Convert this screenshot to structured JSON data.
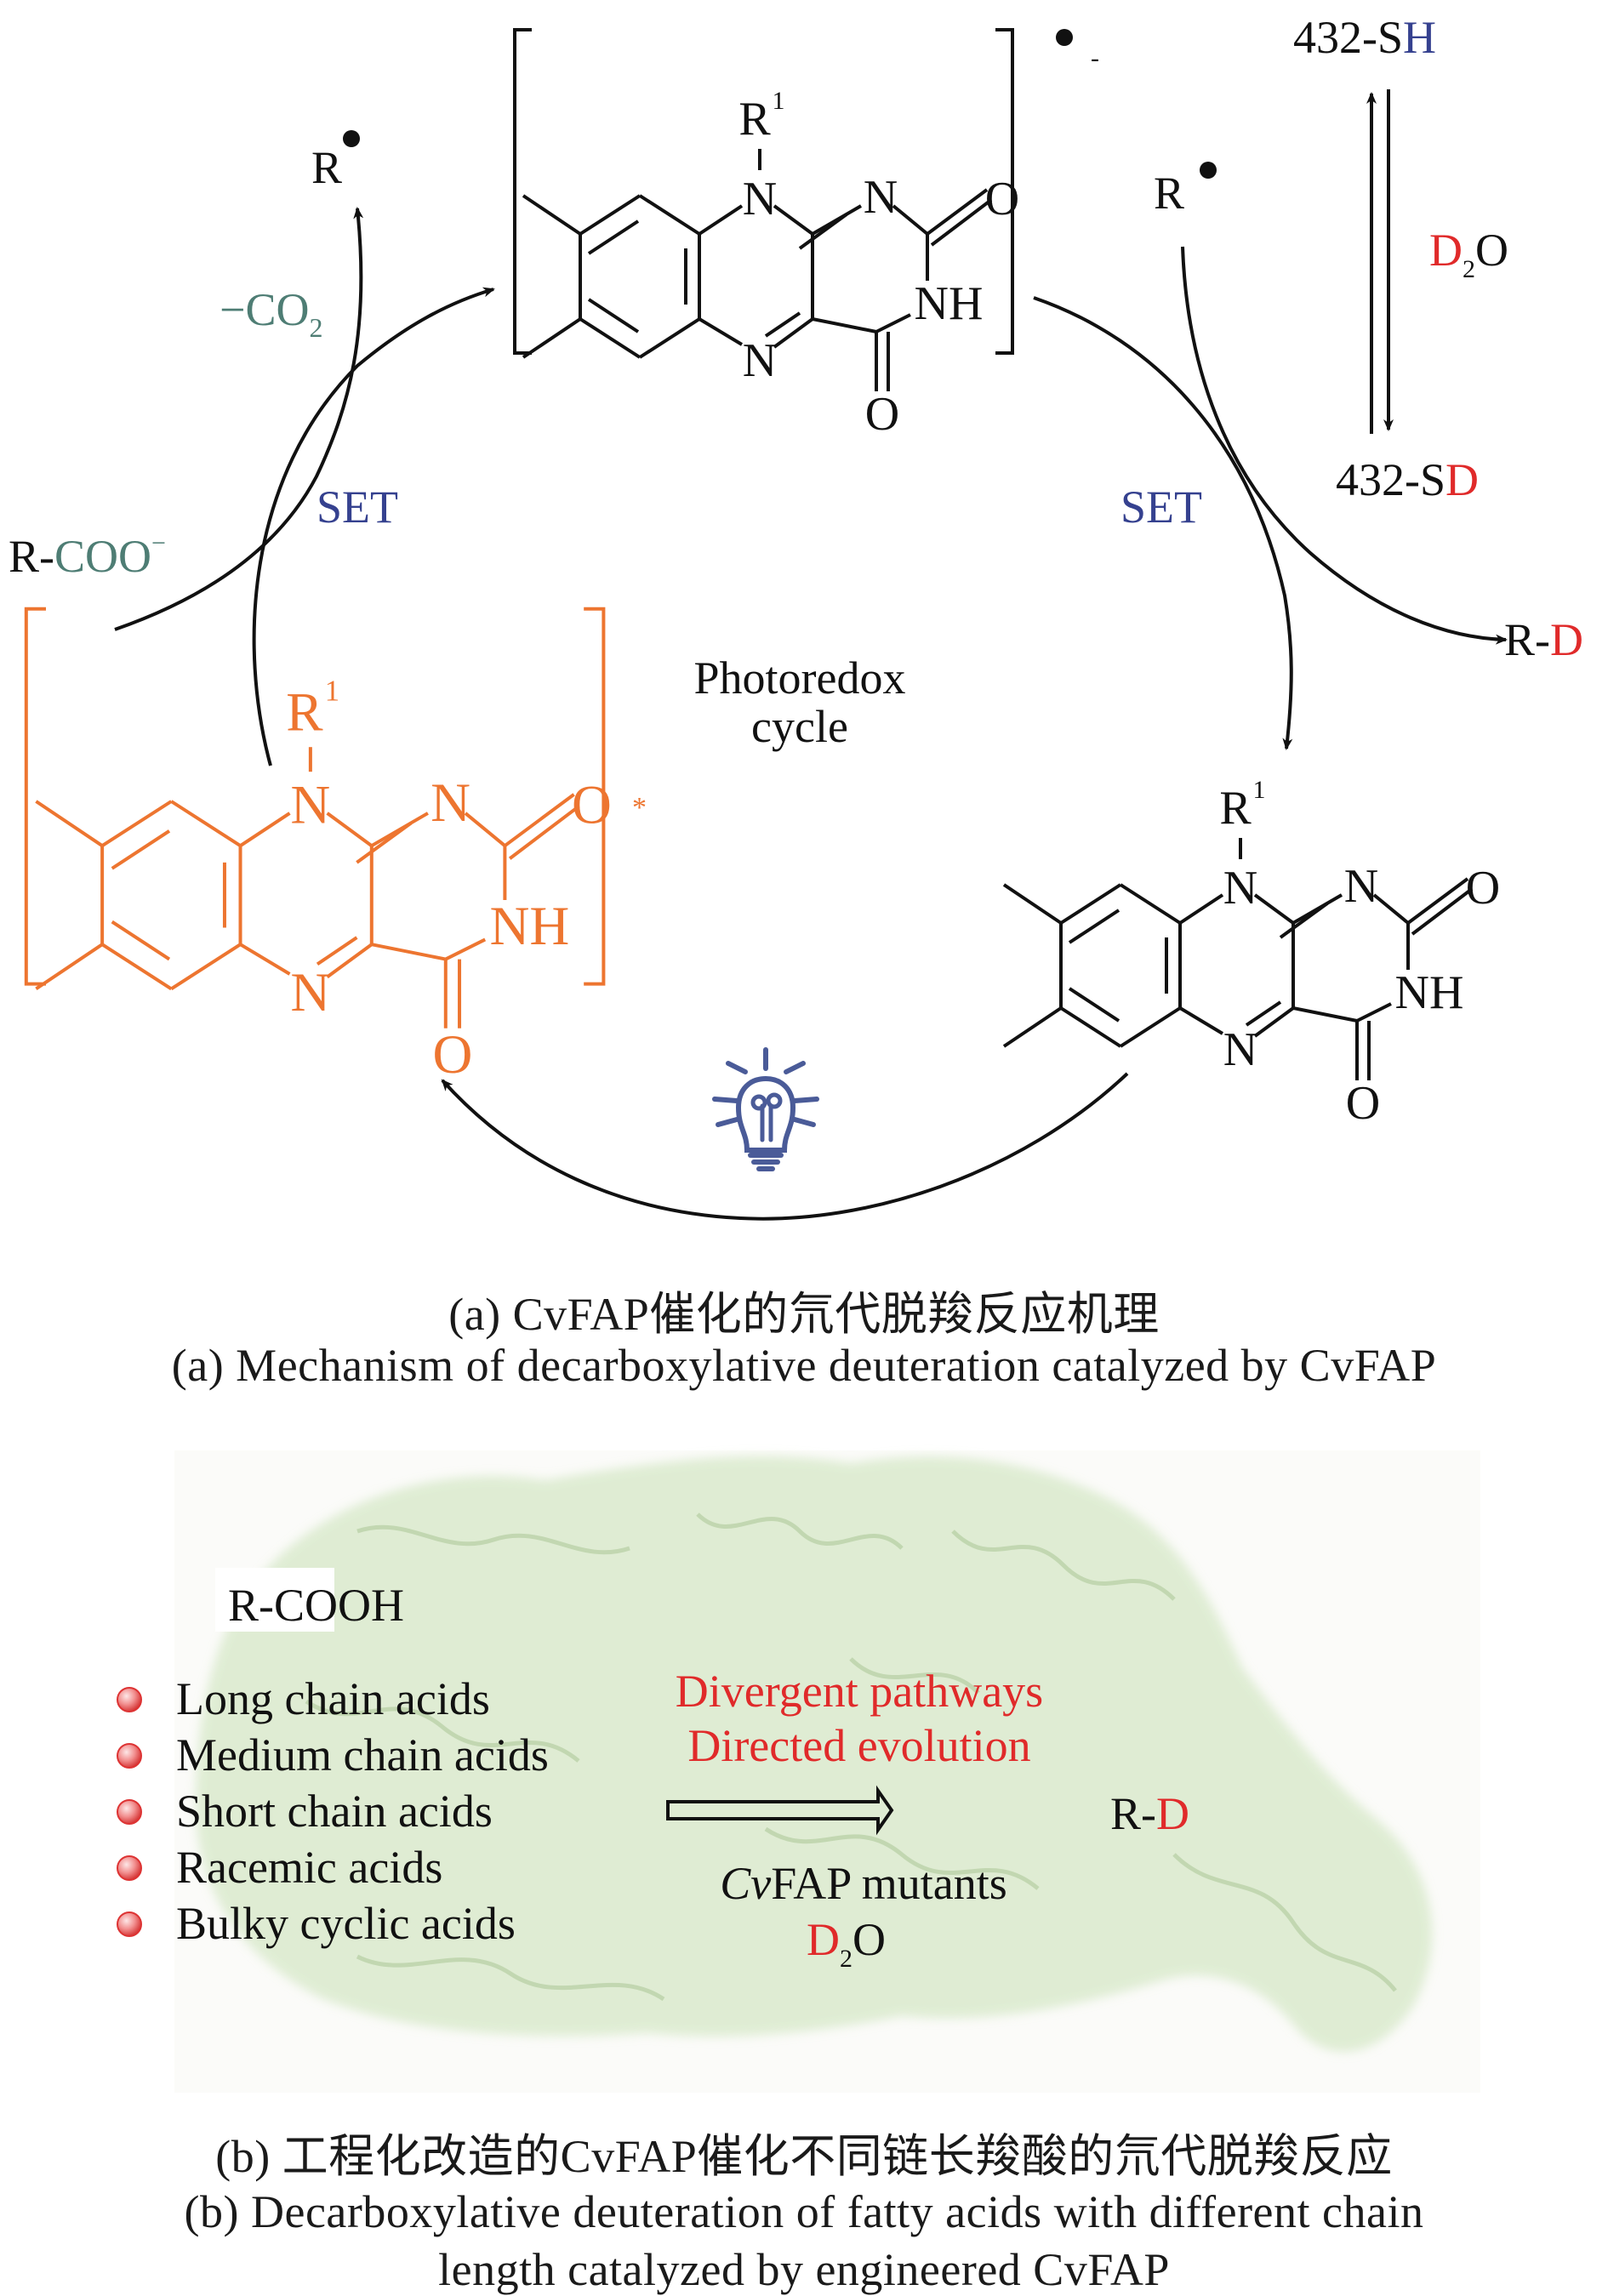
{
  "colors": {
    "black": "#111111",
    "teal": "#4e7d74",
    "navy": "#35418f",
    "red": "#e02a2a",
    "orange": "#ed7530",
    "bulb": "#4a5b98",
    "protein_green": "#cfe3bf"
  },
  "panel_a": {
    "flavin_radical": {
      "label": "flavin-radical-anion",
      "r1_label": "R",
      "r1_superscript": "1",
      "atoms": [
        "N",
        "N",
        "O",
        "NH",
        "N",
        "O"
      ],
      "charge_dot": "•",
      "charge_minus": "-"
    },
    "flavin_excited": {
      "label": "excited-flavin",
      "r1_label": "R",
      "r1_superscript": "1",
      "atoms": [
        "N",
        "N",
        "O",
        "NH",
        "N",
        "O"
      ],
      "excited_mark": "*"
    },
    "flavin_ground": {
      "label": "ground-state-flavin",
      "r1_label": "R",
      "r1_superscript": "1",
      "atoms": [
        "N",
        "N",
        "O",
        "NH",
        "N",
        "O"
      ]
    },
    "left_radical": {
      "r": "R",
      "dot": "•"
    },
    "right_radical": {
      "r": "R",
      "dot": "•"
    },
    "minus_co2": {
      "minus": "−",
      "co": "CO",
      "sub": "2"
    },
    "substrate": {
      "r": "R-",
      "coo": "COO",
      "charge": "−"
    },
    "set_left": "SET",
    "set_right": "SET",
    "cycle_label_line1": "Photoredox",
    "cycle_label_line2": "cycle",
    "thiol_top": {
      "prefix": "432-S",
      "atom": "H"
    },
    "thiol_bottom": {
      "prefix": "432-S",
      "atom": "D"
    },
    "d2o": {
      "d": "D",
      "sub": "2",
      "o": "O"
    },
    "product": {
      "r": "R-",
      "d": "D"
    },
    "light_icon": "lightbulb-icon",
    "caption_zh": "(a) CvFAP催化的氘代脱羧反应机理",
    "caption_en": "(a) Mechanism of decarboxylative deuteration catalyzed by CvFAP"
  },
  "panel_b": {
    "substrate_title": "R-COOH",
    "acids": [
      "Long chain acids",
      "Medium chain acids",
      "Short chain acids",
      "Racemic acids",
      "Bulky cyclic acids"
    ],
    "method_line1": "Divergent pathways",
    "method_line2": "Directed evolution",
    "catalyst_italic": "Cv",
    "catalyst_rest": "FAP mutants",
    "d2o": {
      "d": "D",
      "sub": "2",
      "o": "O"
    },
    "product": {
      "r": "R-",
      "d": "D"
    },
    "bullet_icon": "red-sphere-bullet-icon",
    "background": "protein-structure-cartoon",
    "caption_zh": "(b) 工程化改造的CvFAP催化不同链长羧酸的氘代脱羧反应",
    "caption_en_line1": "(b) Decarboxylative deuteration of fatty acids with different chain",
    "caption_en_line2": "length catalyzed by engineered CvFAP"
  }
}
